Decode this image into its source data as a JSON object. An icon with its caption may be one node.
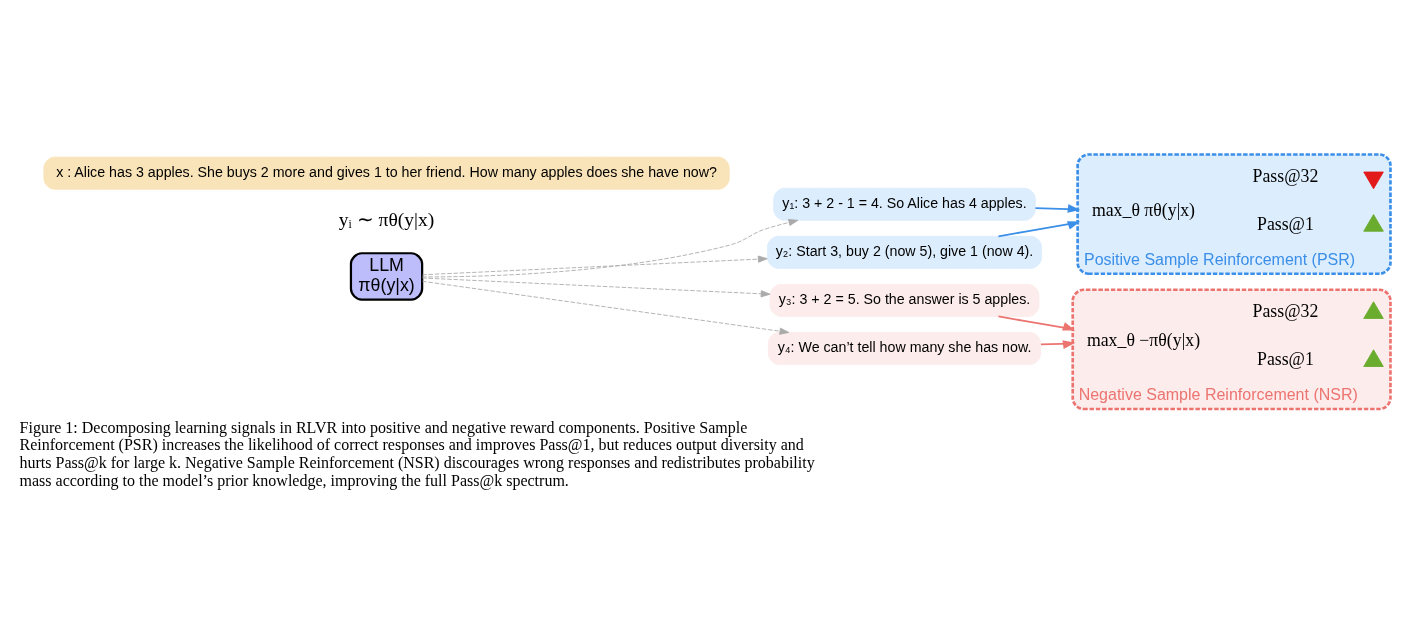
{
  "diagram": {
    "caption": "Figure 1: Decomposing learning signals in RLVR into positive and negative reward components. Positive Sample Reinforcement (PSR) increases the likelihood of correct responses and improves Pass@1, but reduces output diversity and hurts Pass@k for large k. Negative Sample Reinforcement (NSR) discourages wrong responses and redistributes probability mass according to the model’s prior knowledge, improving the full Pass@k spectrum.",
    "nodes": [
      {
        "text": [
          "x : Alice has 3 apples. She buys 2 more and gives 1 to her friend. How many apples does she have now?"
        ]
      },
      {
        "text": [
          "LLM",
          "πθ(y|x)"
        ]
      },
      {
        "text": [
          "y₁: 3 + 2 - 1 = 4. So Alice has 4 apples."
        ]
      },
      {
        "text": [
          "y₂: Start 3, buy 2 (now 5), give 1 (now 4)."
        ]
      },
      {
        "text": [
          "y₃: 3 + 2 = 5. So the answer is 5 apples."
        ]
      },
      {
        "text": [
          "y₄: We can’t tell how many she has now."
        ]
      },
      {
        "text": [
          "Positive Sample Reinforcement (PSR)"
        ]
      },
      {
        "text": [
          "max_θ πθ(y|x)"
        ],
        "in": 6
      },
      {
        "text": [
          "Pass@1"
        ],
        "in": 6
      },
      {
        "text": [],
        "shape": "up-arrow",
        "in": 6
      },
      {
        "text": [
          "Pass@32"
        ],
        "in": 6
      },
      {
        "text": [],
        "shape": "down-arrow",
        "in": 6
      },
      {
        "text": [
          "Negative Sample Reinforcement (NSR)"
        ]
      },
      {
        "text": [
          "max_θ −πθ(y|x)"
        ],
        "in": 12
      },
      {
        "text": [
          "Pass@1"
        ],
        "in": 12
      },
      {
        "text": [],
        "shape": "up-arrow",
        "in": 12
      },
      {
        "text": [
          "Pass@32"
        ],
        "in": 12
      },
      {
        "text": [],
        "shape": "up-arrow",
        "in": 12
      }
    ],
    "edges": [
      {
        "from": 1,
        "to": 2,
        "arrow": "to",
        "style": "dashed",
        "color": "#aaaaaa"
      },
      {
        "from": 1,
        "to": 3,
        "arrow": "to",
        "style": "dashed",
        "color": "#aaaaaa"
      },
      {
        "from": 1,
        "to": 4,
        "arrow": "to",
        "style": "dashed",
        "color": "#aaaaaa"
      },
      {
        "from": 1,
        "to": 5,
        "arrow": "to",
        "style": "dashed",
        "color": "#aaaaaa"
      },
      {
        "from": 2,
        "to": 6,
        "arrow": "to",
        "color": "#3b8fe8"
      },
      {
        "from": 3,
        "to": 6,
        "arrow": "to",
        "color": "#3b8fe8"
      },
      {
        "from": 4,
        "to": 12,
        "arrow": "to",
        "color": "#ec7470"
      },
      {
        "from": 5,
        "to": 12,
        "arrow": "to",
        "color": "#ec7470"
      }
    ],
    "labels": [
      "yᵢ ∼ πθ(y|x)"
    ]
  }
}
